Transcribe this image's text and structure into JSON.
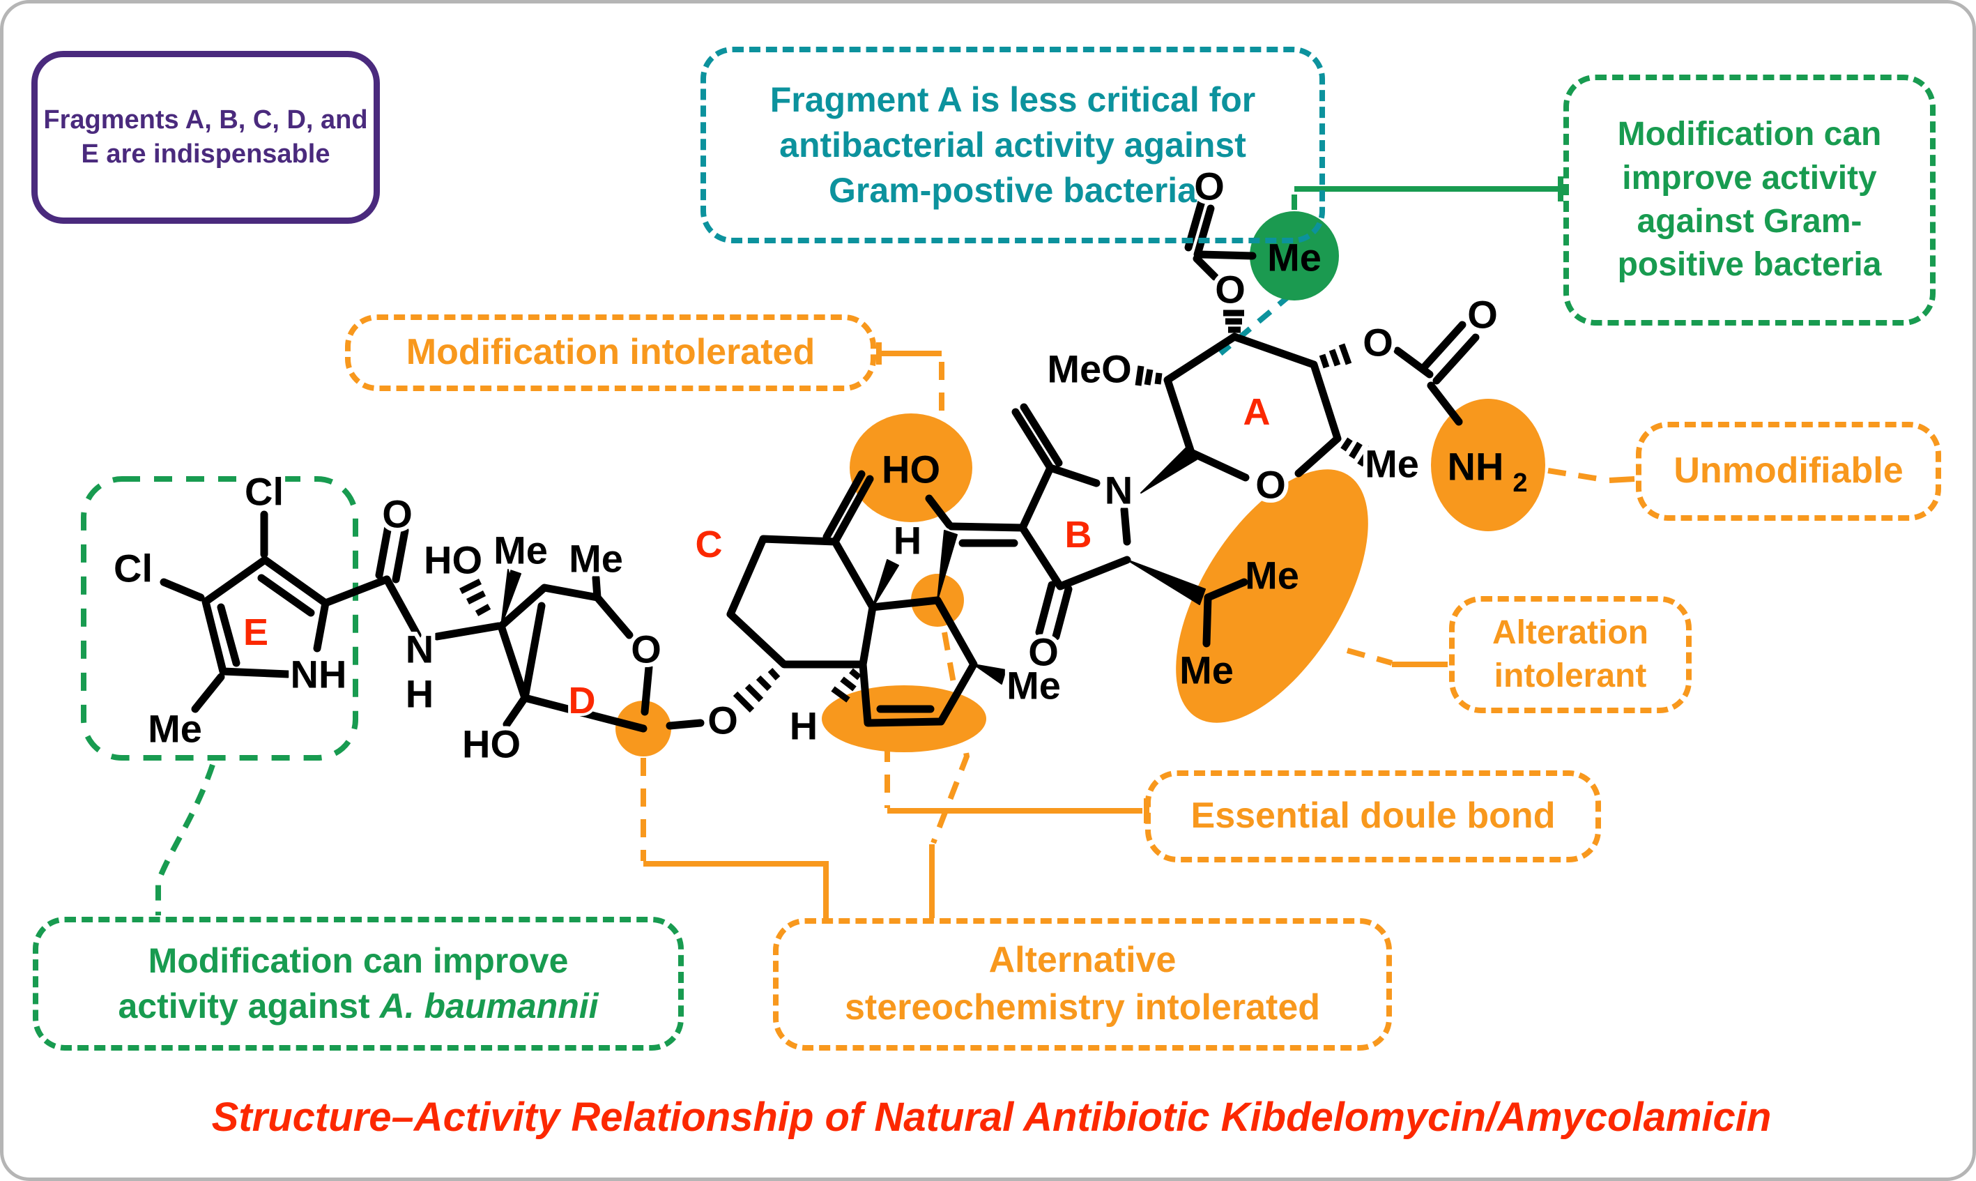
{
  "caption": "Structure–Activity Relationship of Natural Antibiotic Kibdelomycin/Amycolamicin",
  "callouts": {
    "indispensable": {
      "lines": [
        "Fragments A, B, C, D, and",
        "E are indispensable"
      ]
    },
    "fragment_a_less_critical": {
      "lines": [
        "Fragment A is less critical for",
        "antibacterial activity against",
        "Gram-postive bacteria"
      ]
    },
    "improve_gram_positive": {
      "lines": [
        "Modification can",
        "improve activity",
        "against Gram-",
        "positive bacteria"
      ]
    },
    "modification_intolerated": {
      "lines": [
        "Modification intolerated"
      ]
    },
    "unmodifiable": {
      "lines": [
        "Unmodifiable"
      ]
    },
    "alteration_intolerant": {
      "lines": [
        "Alteration",
        "intolerant"
      ]
    },
    "essential_double_bond": {
      "lines": [
        "Essential doule bond"
      ]
    },
    "improve_baumannii": {
      "line1": "Modification can improve",
      "line2_prefix": "activity against ",
      "line2_italic": "A. baumannii"
    },
    "alternative_stereochemistry": {
      "lines": [
        "Alternative",
        "stereochemistry intolerated"
      ]
    }
  },
  "molecule": {
    "name": "Kibdelomycin/Amycolamicin",
    "fragments": {
      "a": "A",
      "b": "B",
      "c": "C",
      "d": "D",
      "e": "E"
    },
    "atoms": {
      "cl_top": "Cl",
      "cl_left": "Cl",
      "me_pyrrole": "Me",
      "nh_pyrrole": "NH",
      "amide_o": "O",
      "amide_n": "N",
      "amide_h": "H",
      "ho_upper": "HO",
      "me_wedge": "Me",
      "me_c3": "Me",
      "ring_o_d": "O",
      "ho_lower": "HO",
      "glyco_o": "O",
      "glyco_h": "H",
      "fusion_h": "H",
      "me_ring": "Me",
      "enol_ho": "HO",
      "ketone_o": "O",
      "ring_n": "N",
      "me_ipr1": "Me",
      "me_ipr2": "Me",
      "meo": "MeO",
      "ring_o_a": "O",
      "me_a": "Me",
      "acetate_o_ester": "O",
      "acetate_o_carbonyl": "O",
      "acetate_me": "Me",
      "carbamate_o_ester": "O",
      "carbamate_o_carbonyl": "O",
      "carbamate_nh": "NH",
      "carbamate_sub": "2"
    }
  },
  "colors": {
    "purple": "#4a2a7d",
    "teal": "#0c929d",
    "green": "#189b50",
    "orange": "#f8981d",
    "fragment_letter_red": "#fb2800",
    "caption_red": "#fc2800",
    "structure_black": "#000000",
    "frame_gray": "#b5b5b5"
  }
}
